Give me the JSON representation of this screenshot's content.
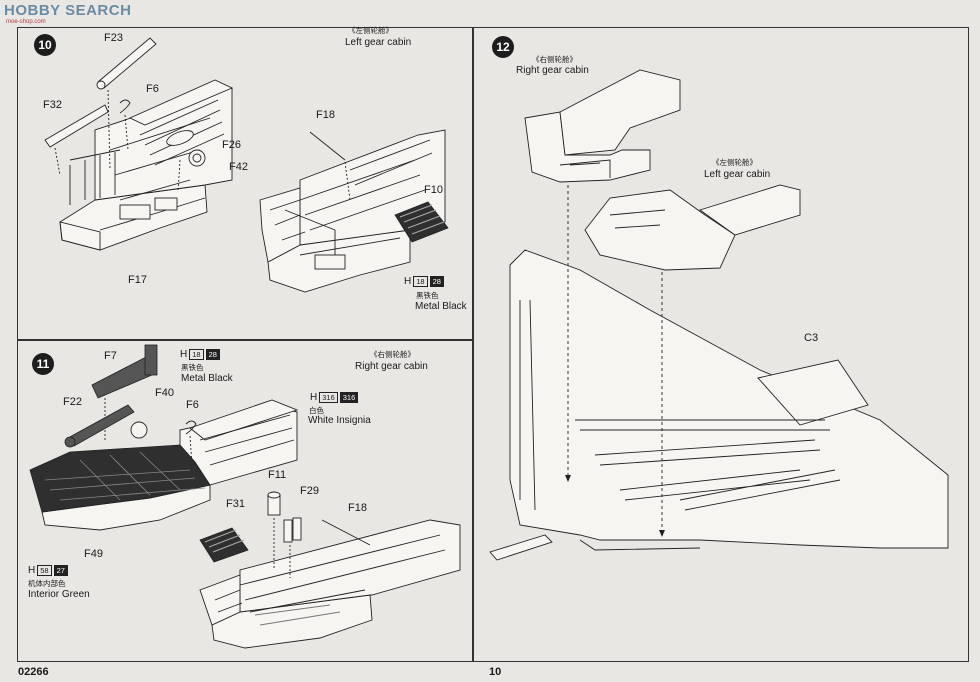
{
  "watermark": {
    "brand": "HOBBY SEARCH",
    "subtext": "moe-shop.com"
  },
  "footer": {
    "product_code": "02266",
    "page_number": "10"
  },
  "step10": {
    "number": "10",
    "cabin_zh": "《左侧轮舱》",
    "cabin_en": "Left gear cabin",
    "parts": {
      "f23": "F23",
      "f6": "F6",
      "f32": "F32",
      "f26": "F26",
      "f42": "F42",
      "f17": "F17",
      "f18": "F18",
      "f10": "F10"
    },
    "paint": {
      "h": "H",
      "code": "18",
      "num": "28",
      "zh": "黑铁色",
      "en": "Metal Black"
    }
  },
  "step11": {
    "number": "11",
    "cabin_zh": "《右侧轮舱》",
    "cabin_en": "Right gear cabin",
    "parts": {
      "f7": "F7",
      "f22": "F22",
      "f40": "F40",
      "f6": "F6",
      "f49": "F49",
      "f11": "F11",
      "f29": "F29",
      "f31": "F31",
      "f18": "F18"
    },
    "paint_black": {
      "h": "H",
      "code": "18",
      "num": "28",
      "zh": "黑铁色",
      "en": "Metal Black"
    },
    "paint_white": {
      "h": "H",
      "code": "316",
      "num": "316",
      "zh": "白色",
      "en": "White Insignia"
    },
    "paint_green": {
      "h": "H",
      "code": "58",
      "num": "27",
      "zh": "机体内部色",
      "en": "Interior Green"
    }
  },
  "step12": {
    "number": "12",
    "right_cabin_zh": "《右侧轮舱》",
    "right_cabin_en": "Right gear cabin",
    "left_cabin_zh": "《左侧轮舱》",
    "left_cabin_en": "Left gear cabin",
    "parts": {
      "c3": "C3"
    }
  }
}
